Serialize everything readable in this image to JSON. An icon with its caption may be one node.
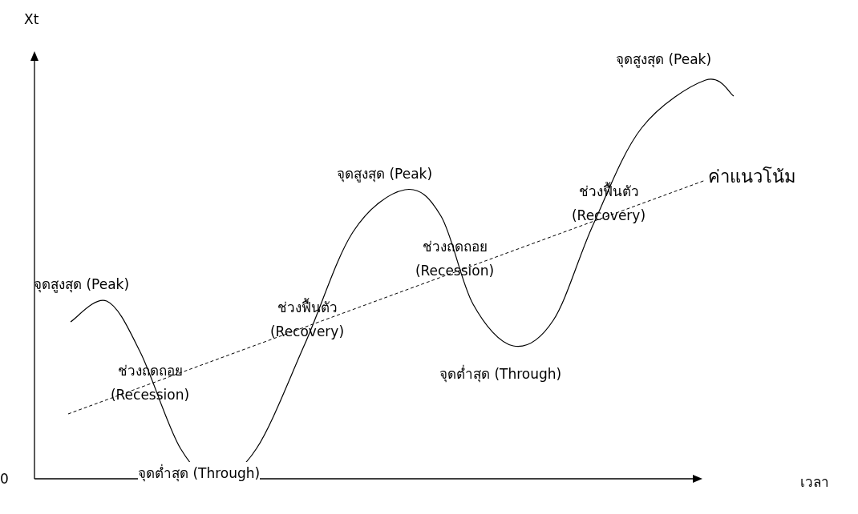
{
  "diagram": {
    "labels": [
      "Xt",
      "0",
      "เวลา",
      "จุดสูงสุด (Peak)",
      "ช่วงถดถอย (Recession)",
      "จุดต่ำสุด (Through)",
      "ช่วงฟื้นตัว (Recovery)",
      "จุดสูงสุด (Peak)",
      "ช่วงถดถอย (Recession)",
      "จุดต่ำสุด (Through)",
      "ช่วงฟื้นตัว (Recovery)",
      "จุดสูงสุด (Peak)",
      "ค่าแนวโน้ม"
    ]
  }
}
